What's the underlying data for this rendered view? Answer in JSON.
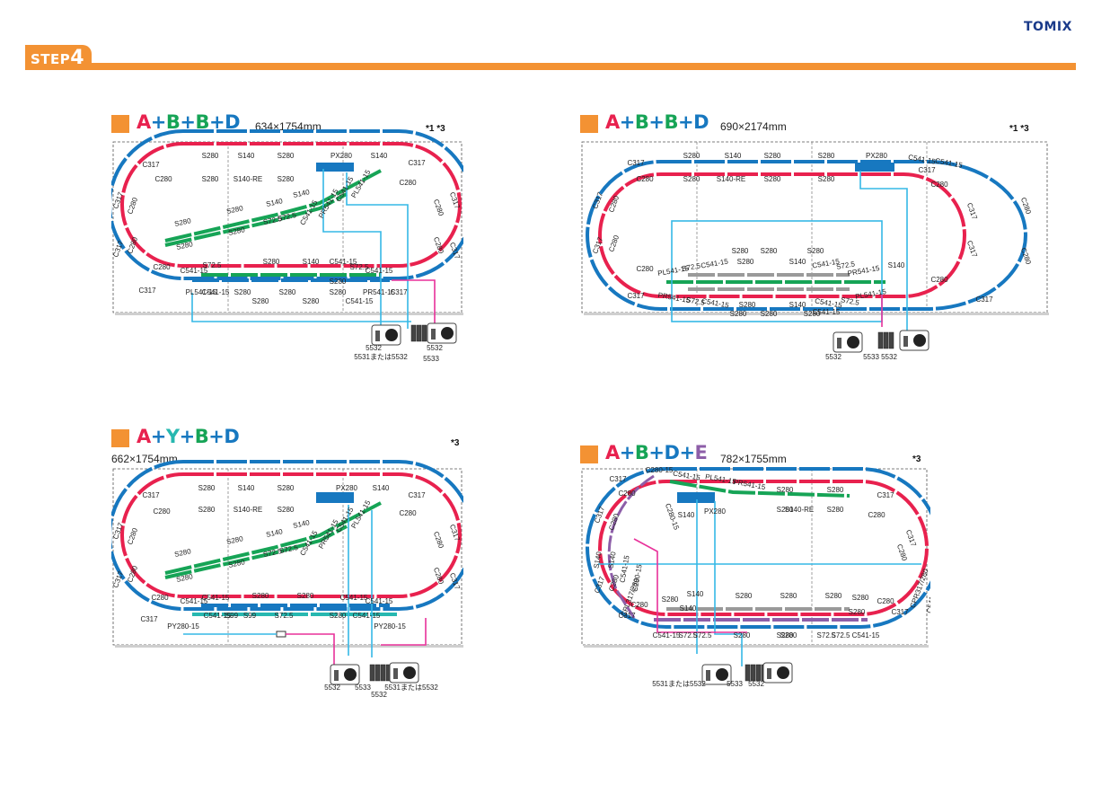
{
  "brand": "TOMIX",
  "step": {
    "prefix": "STEP",
    "number": "4"
  },
  "panels": [
    {
      "formula": [
        {
          "t": "A",
          "c": "A"
        },
        {
          "t": "+",
          "c": "op"
        },
        {
          "t": "B",
          "c": "B"
        },
        {
          "t": "+",
          "c": "op"
        },
        {
          "t": "B",
          "c": "B"
        },
        {
          "t": "+",
          "c": "op"
        },
        {
          "t": "D",
          "c": "D"
        }
      ],
      "dims": "634×1754mm",
      "notes": "*1  *3",
      "top_labels": [
        "S280",
        "S140",
        "S280",
        "PX280",
        "S140"
      ],
      "top_inner": [
        "S280",
        "S140-RE",
        "S280"
      ],
      "diag_labels": [
        "S280",
        "S280",
        "S140",
        "S140",
        "S280",
        "S280",
        "S72.5",
        "S72.5",
        "C541-15",
        "PR541-15",
        "C541-15",
        "PL541-15"
      ],
      "bottom_labels": [
        "C541-15",
        "S72.5",
        "S280",
        "S140",
        "C541-15",
        "S72.5",
        "C541-15",
        "PL541-15",
        "C541-15",
        "S280",
        "S280",
        "S280",
        "S280",
        "S280",
        "S280",
        "PR541-15",
        "C541-15",
        "C317"
      ],
      "curve_labels": [
        "C317",
        "C280",
        "C317",
        "C280",
        "C317",
        "C280",
        "C317",
        "C280",
        "C317",
        "C280",
        "C280",
        "C317",
        "C280",
        "C317"
      ],
      "ctrl_labels": [
        "5532",
        "5531または5532",
        "5533",
        "5532"
      ]
    },
    {
      "formula": [
        {
          "t": "A",
          "c": "A"
        },
        {
          "t": "+",
          "c": "op"
        },
        {
          "t": "B",
          "c": "B"
        },
        {
          "t": "+",
          "c": "op"
        },
        {
          "t": "B",
          "c": "B"
        },
        {
          "t": "+",
          "c": "op"
        },
        {
          "t": "D",
          "c": "D"
        }
      ],
      "dims": "690×2174mm",
      "notes": "*1  *3",
      "top_labels": [
        "S280",
        "S140",
        "S280",
        "S280",
        "PX280",
        "C541-15",
        "C541-15"
      ],
      "top_inner": [
        "S280",
        "S140-RE",
        "S280",
        "S280"
      ],
      "mid_labels": [
        "S280",
        "S280",
        "S280",
        "PL541-15",
        "C541-15",
        "S72.5",
        "S280",
        "S140",
        "C541-15",
        "S72.5",
        "PR541-15",
        "S140",
        "PR541-15",
        "S72.5",
        "C541-15",
        "S280",
        "S140",
        "C541-15",
        "S72.5",
        "PL541-15",
        "C541-15",
        "S280",
        "S280",
        "S280"
      ],
      "curve_labels": [
        "C317",
        "C280",
        "C317",
        "C280",
        "C317",
        "C280",
        "C317",
        "C280",
        "C317",
        "C280",
        "C280",
        "C317",
        "C280",
        "C317",
        "C280",
        "C317"
      ],
      "ctrl_labels": [
        "5532",
        "5533",
        "5532"
      ]
    },
    {
      "formula": [
        {
          "t": "A",
          "c": "A"
        },
        {
          "t": "+",
          "c": "op"
        },
        {
          "t": "Y",
          "c": "Y"
        },
        {
          "t": "+",
          "c": "op"
        },
        {
          "t": "B",
          "c": "B"
        },
        {
          "t": "+",
          "c": "op"
        },
        {
          "t": "D",
          "c": "D"
        }
      ],
      "dims": "662×1754mm",
      "notes": "*3",
      "top_labels": [
        "S280",
        "S140",
        "S280",
        "PX280",
        "S140"
      ],
      "top_inner": [
        "S280",
        "S140-RE",
        "S280"
      ],
      "diag_labels": [
        "S280",
        "S280",
        "S140",
        "S140",
        "S280",
        "S280",
        "S72.5",
        "S72.5",
        "C541-15",
        "PR541-15",
        "C541-15",
        "PL541-15"
      ],
      "bottom_labels": [
        "C541-15",
        "C541-15",
        "S280",
        "S280",
        "C541-15",
        "C541-15",
        "C541-15",
        "S99",
        "S99",
        "S72.5",
        "S280",
        "C541-15",
        "PY280-15",
        "PY280-15"
      ],
      "curve_labels": [
        "C317",
        "C280",
        "C317",
        "C280",
        "C317",
        "C280",
        "C317",
        "C280",
        "C317",
        "C280",
        "C280",
        "C317",
        "C280",
        "C317"
      ],
      "ctrl_labels": [
        "5532",
        "5533",
        "5531または5532",
        "5532"
      ]
    },
    {
      "formula": [
        {
          "t": "A",
          "c": "A"
        },
        {
          "t": "+",
          "c": "op"
        },
        {
          "t": "B",
          "c": "B"
        },
        {
          "t": "+",
          "c": "op"
        },
        {
          "t": "D",
          "c": "D"
        },
        {
          "t": "+",
          "c": "op"
        },
        {
          "t": "E",
          "c": "E"
        }
      ],
      "dims": "782×1755mm",
      "notes": "*3",
      "top_labels": [
        "C280-15",
        "C541-15",
        "PL541-15",
        "PR541-15",
        "S280",
        "S280",
        "S280",
        "S140-RE",
        "S280",
        "S140",
        "PX280",
        "C280-15"
      ],
      "mid_labels": [
        "S140",
        "S140",
        "C541-15",
        "C280-15",
        "CPL317/280",
        "CPR317/280",
        "C541-15",
        "S280",
        "S140",
        "S280",
        "S280",
        "S280",
        "S280",
        "S140",
        "S280",
        "S280",
        "C541-15",
        "S72.5",
        "S72.5",
        "S280",
        "S280",
        "S72.5",
        "S72.5",
        "C541-15"
      ],
      "curve_labels": [
        "C317",
        "C280",
        "C317",
        "C280",
        "C317",
        "C280",
        "C317",
        "C280",
        "C317",
        "C280",
        "C317",
        "C280",
        "C317",
        "C280"
      ],
      "ctrl_labels": [
        "5531または5532",
        "5533",
        "5532"
      ]
    }
  ]
}
